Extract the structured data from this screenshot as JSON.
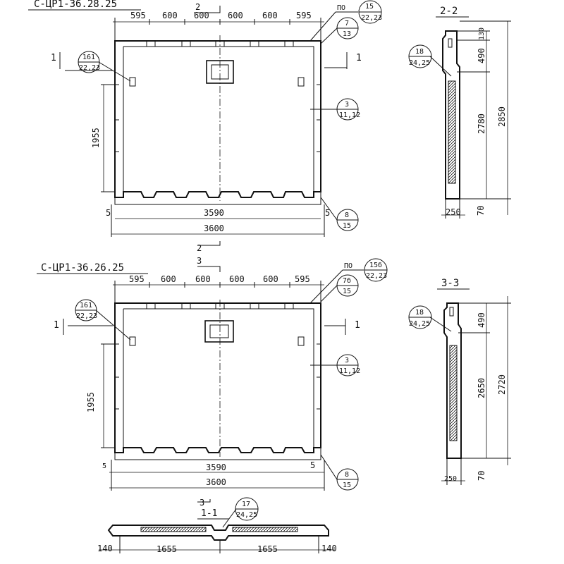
{
  "panel1": {
    "title": "С-ЦР1-36.28.25",
    "top_dims": [
      "595",
      "600",
      "600",
      "600",
      "600",
      "595"
    ],
    "height_dim": "1955",
    "inner_width": "3590",
    "outer_width": "3600",
    "end_left": "5",
    "end_right": "5",
    "section_mark": "2",
    "side_section": "1",
    "callout_po": "ПО",
    "callouts": {
      "c15": {
        "top": "15",
        "bottom": "22,23"
      },
      "c7": {
        "top": "7",
        "bottom": "13"
      },
      "c16": {
        "top": "161",
        "bottom": "22,23"
      },
      "c3": {
        "top": "3",
        "bottom": "11,12"
      },
      "c8": {
        "top": "8",
        "bottom": "15"
      }
    }
  },
  "panel2": {
    "title": "С-ЦР1-36.26.25",
    "top_dims": [
      "595",
      "600",
      "600",
      "600",
      "600",
      "595"
    ],
    "height_dim": "1955",
    "inner_width": "3590",
    "outer_width": "3600",
    "end_left": "5",
    "end_right": "5",
    "section_mark_a": "2",
    "section_mark_b": "3",
    "side_section": "1",
    "callout_po": "ПО",
    "callouts": {
      "c15": {
        "top": "15б",
        "bottom": "22,23"
      },
      "c7": {
        "top": "7б",
        "bottom": "15"
      },
      "c16": {
        "top": "161",
        "bottom": "22,23"
      },
      "c3": {
        "top": "3",
        "bottom": "11,12"
      },
      "c8": {
        "top": "8",
        "bottom": "15"
      }
    }
  },
  "section22": {
    "title": "2-2",
    "dims": [
      "130",
      "490",
      "2780",
      "2850",
      "250",
      "70"
    ],
    "callout": {
      "top": "18",
      "bottom": "24,25"
    }
  },
  "section33": {
    "title": "3-3",
    "dims": [
      "490",
      "2650",
      "2720",
      "250",
      "70"
    ],
    "callout": {
      "top": "18",
      "bottom": "24,25"
    }
  },
  "section11": {
    "title": "1-1",
    "mark": "3",
    "dims": [
      "140",
      "1655",
      "1655",
      "140"
    ],
    "callout": {
      "top": "17",
      "bottom": "24,25"
    }
  }
}
